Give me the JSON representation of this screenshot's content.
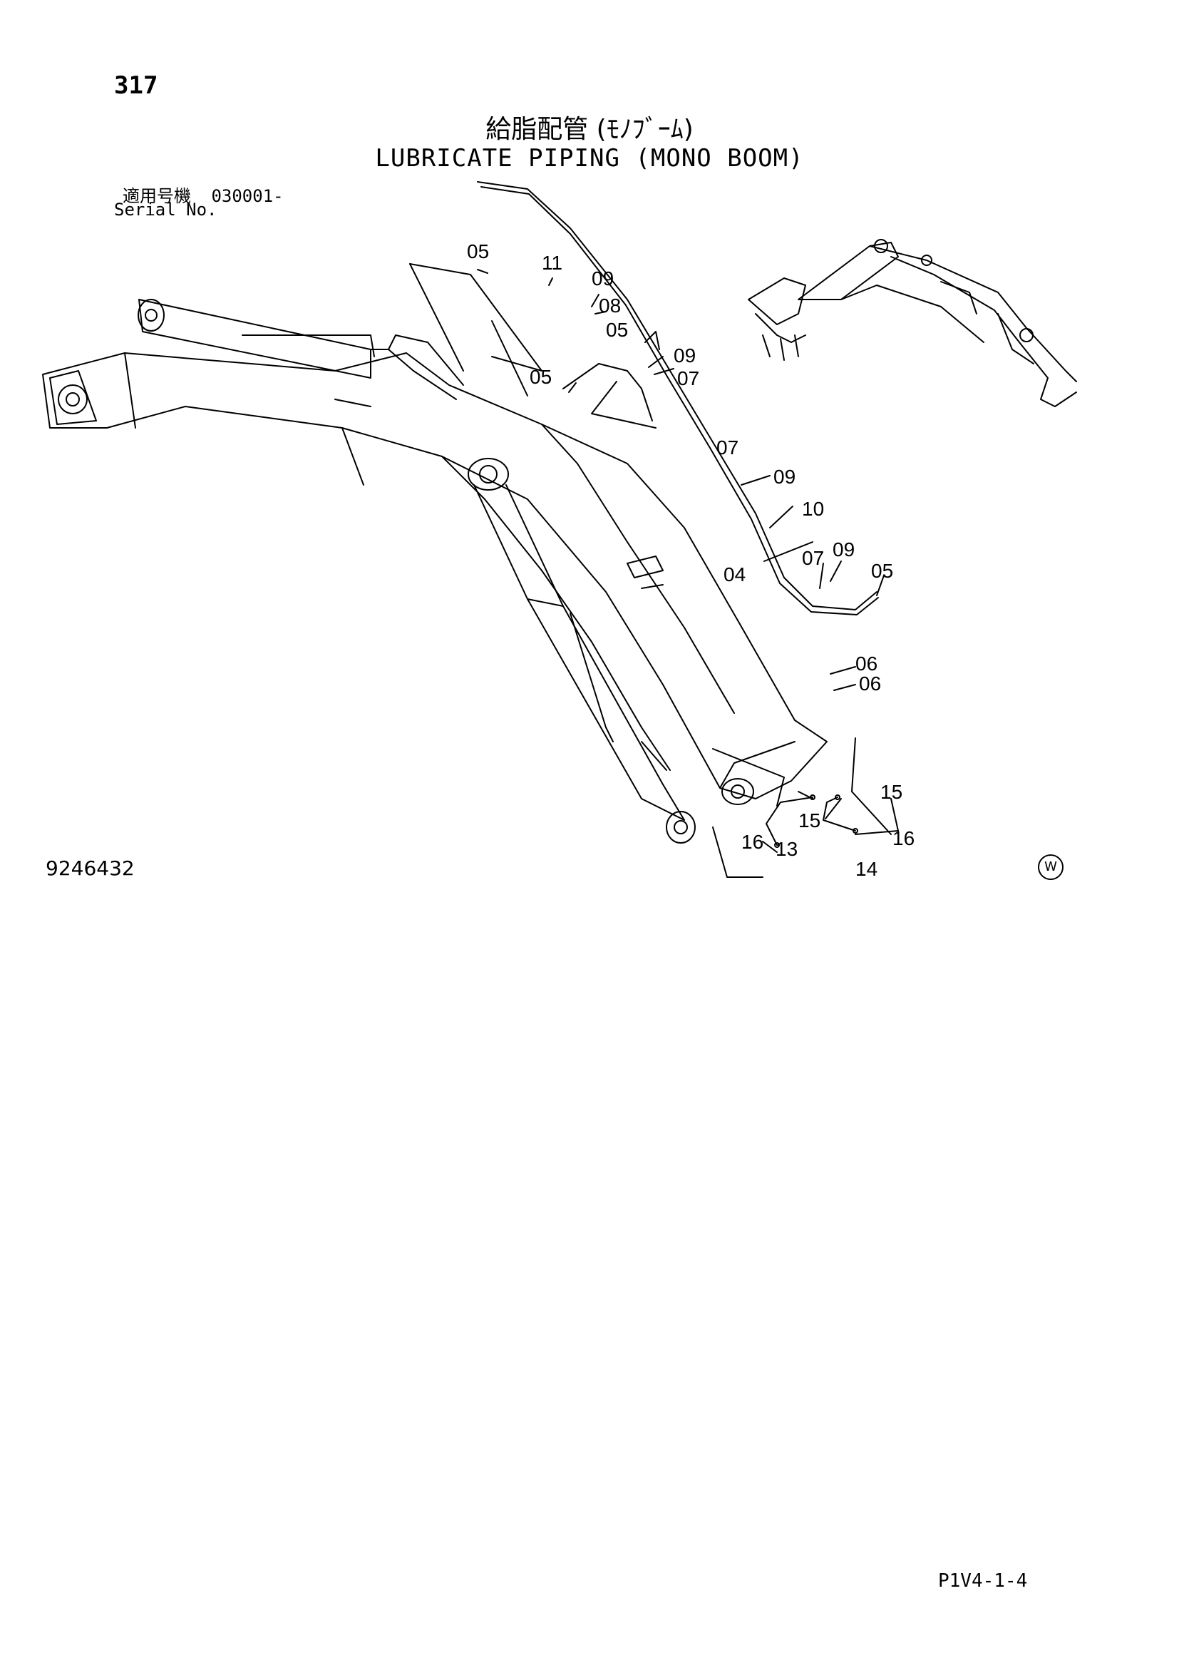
{
  "header": {
    "page_number": "317",
    "title_ja": "給脂配管 (ﾓﾉﾌﾞｰﾑ)",
    "title_en": "LUBRICATE PIPING (MONO BOOM)",
    "serial_label_ja": "適用号機",
    "serial_value": "030001-",
    "serial_label_en": "Serial No."
  },
  "diagram": {
    "figure_number": "9246432",
    "watermark": "W",
    "part_labels": {
      "p1": "05",
      "p2": "11",
      "p3": "09",
      "p4": "08",
      "p5": "05",
      "p6": "09",
      "p7": "07",
      "p8": "05",
      "p9": "07",
      "p10": "09",
      "p11": "10",
      "p12": "07",
      "p13": "09",
      "p14": "04",
      "p15": "05",
      "p16": "06",
      "p17": "06",
      "p18": "15",
      "p19": "15",
      "p20": "16",
      "p21": "13",
      "p22": "16",
      "p23": "14"
    }
  },
  "footer": {
    "page_ref": "P1V4-1-4"
  }
}
